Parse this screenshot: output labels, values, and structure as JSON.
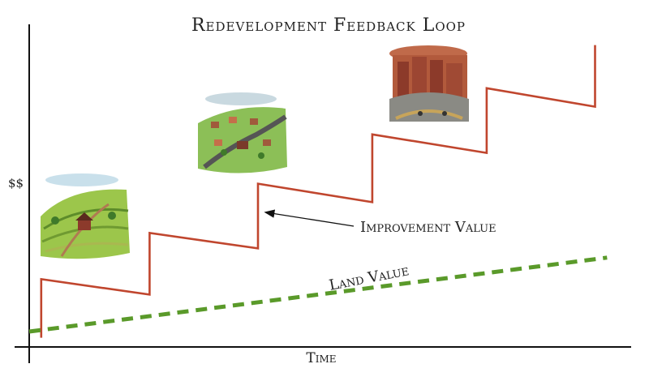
{
  "chart_data": {
    "type": "line",
    "title": "Redevelopment Feedback Loop",
    "xlabel": "Time",
    "ylabel": "$$",
    "grid": false,
    "series": [
      {
        "name": "Improvement Value",
        "color": "#c0462e",
        "style": "solid",
        "shape": "sawtooth-steps",
        "points": [
          [
            0.02,
            0.03
          ],
          [
            0.02,
            0.22
          ],
          [
            0.2,
            0.17
          ],
          [
            0.2,
            0.37
          ],
          [
            0.38,
            0.32
          ],
          [
            0.38,
            0.53
          ],
          [
            0.57,
            0.47
          ],
          [
            0.57,
            0.69
          ],
          [
            0.76,
            0.63
          ],
          [
            0.76,
            0.84
          ],
          [
            0.94,
            0.78
          ],
          [
            0.94,
            0.98
          ]
        ]
      },
      {
        "name": "Land Value",
        "color": "#5a9a2a",
        "style": "dashed",
        "points": [
          [
            0.0,
            0.05
          ],
          [
            0.96,
            0.29
          ]
        ]
      }
    ],
    "annotations": [
      {
        "text": "Improvement Value",
        "target_series": "Improvement Value",
        "arrow": true
      },
      {
        "text": "Land Value",
        "target_series": "Land Value",
        "arrow": false
      }
    ],
    "illustrations": [
      {
        "subject": "rural farmland",
        "icon": "farmland-illustration"
      },
      {
        "subject": "suburban neighborhood",
        "icon": "suburb-illustration"
      },
      {
        "subject": "dense urban city",
        "icon": "city-illustration"
      }
    ]
  }
}
